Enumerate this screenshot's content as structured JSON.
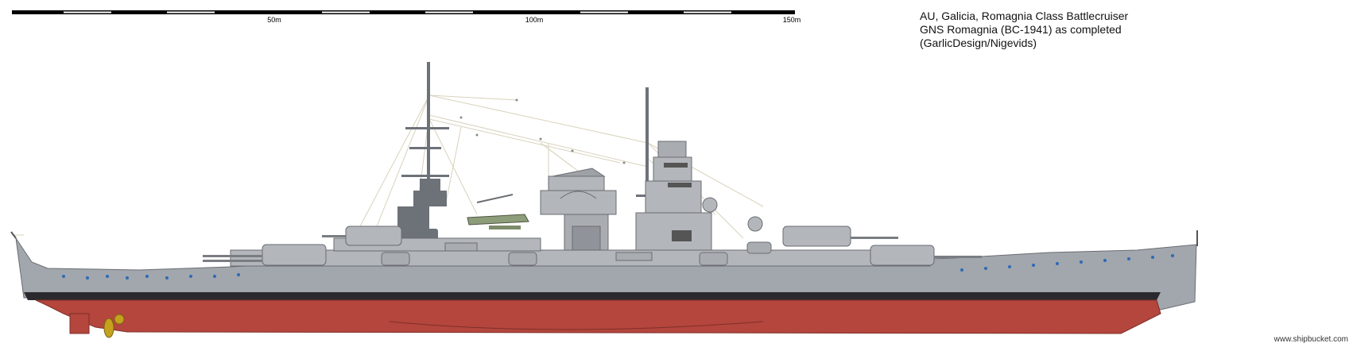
{
  "scale_bar": {
    "labels": [
      "50m",
      "100m",
      "150m"
    ]
  },
  "caption": {
    "line1": "AU, Galicia, Romagnia Class Battlecruiser",
    "line2": "GNS Romagnia (BC-1941) as completed",
    "line3": "(GarlicDesign/Nigevids)"
  },
  "credit": "www.shipbucket.com",
  "colors": {
    "hull_grey": "#a2a6ad",
    "superstructure_grey": "#b3b6bb",
    "boot_top": "#2a2a2e",
    "antifouling_red": "#b4463d",
    "propeller": "#c5a21d",
    "rigging": "#d8d2bc"
  }
}
